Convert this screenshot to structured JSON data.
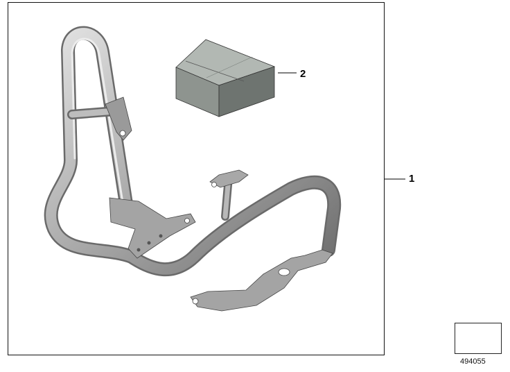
{
  "callouts": [
    {
      "number": "1",
      "part": "crash-bar-assembly"
    },
    {
      "number": "2",
      "part": "small-parts-box"
    }
  ],
  "diagram_number": "494055",
  "icons": {
    "reference": "arrow-reference-icon"
  },
  "colors": {
    "frame": "#111111",
    "tube": "#a8a8a8",
    "box": "#8f9590"
  }
}
